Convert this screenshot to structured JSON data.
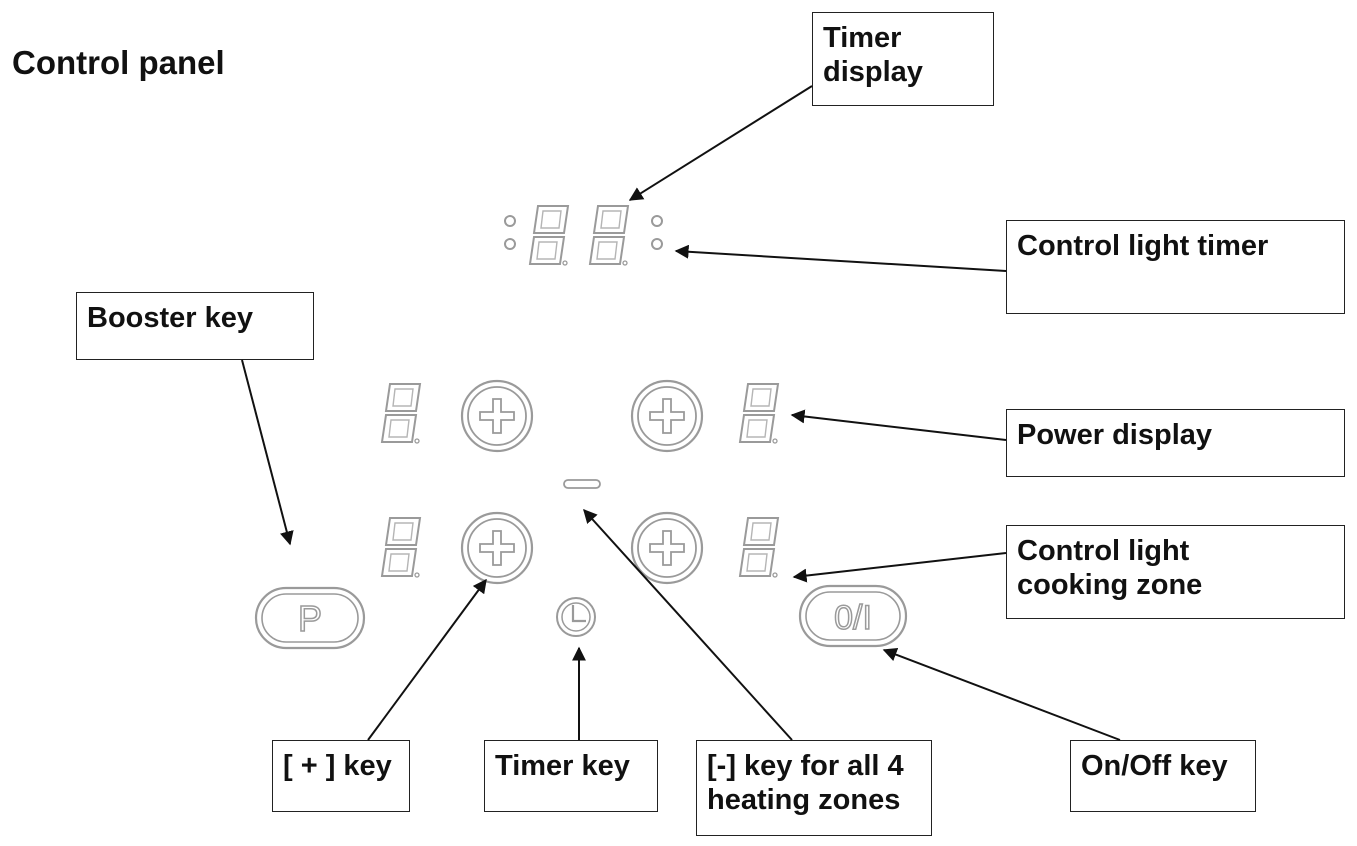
{
  "title": "Control panel",
  "labels": {
    "timer_display": [
      "Timer",
      "display"
    ],
    "control_light_timer": [
      "Control light timer"
    ],
    "booster_key": [
      "Booster key"
    ],
    "power_display": [
      "Power display"
    ],
    "control_light_cooking_zone": [
      "Control light",
      "cooking zone"
    ],
    "plus_key": [
      "[ + ] key"
    ],
    "timer_key": [
      "Timer key"
    ],
    "minus_key": [
      "[-] key for all 4",
      "heating zones"
    ],
    "on_off_key": [
      "On/Off key"
    ]
  },
  "keys": {
    "booster": "P",
    "on_off": "0/I"
  },
  "colors": {
    "line": "#111111",
    "panel_symbols": "#9a9a9a"
  }
}
